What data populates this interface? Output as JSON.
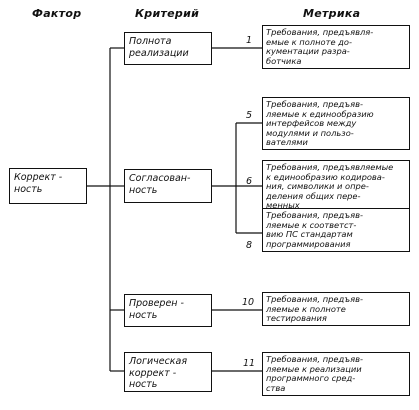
{
  "headers": {
    "factor": "Фактор",
    "criterion": "Критерий",
    "metric": "Метрика"
  },
  "factor": "Коррект -\nность",
  "criteria": [
    {
      "id": "c1",
      "label": "Полнота\nреализации"
    },
    {
      "id": "c2",
      "label": "Согласован-\nность"
    },
    {
      "id": "c3",
      "label": "Проверен -\nность"
    },
    {
      "id": "c4",
      "label": "Логическая\nкоррект -\nность"
    }
  ],
  "metrics": [
    {
      "number": "1",
      "text": "Требования, предъявля-\nемые к полноте до-\nкументации разра-\nботчика"
    },
    {
      "number": "5",
      "text": "Требования, предъяв-\nляемые к единообразию\nинтерфейсов между\nмодулями и пользо-\nвателями"
    },
    {
      "number": "6",
      "text": "Требования, предъявляемые\nк единообразию кодирова-\nния, символики и опре-\nделения общих пере-\nменных"
    },
    {
      "number": "8",
      "text": "Требования, предъяв-\nляемые к соответст-\nвию ПС стандартам\nпрограммирования"
    },
    {
      "number": "10",
      "text": "Требования, предъяв-\nляемые к полноте\nтестирования"
    },
    {
      "number": "11",
      "text": "Требования, предъяв-\nляемые к реализации\nпрограммного сред-\nства"
    }
  ]
}
